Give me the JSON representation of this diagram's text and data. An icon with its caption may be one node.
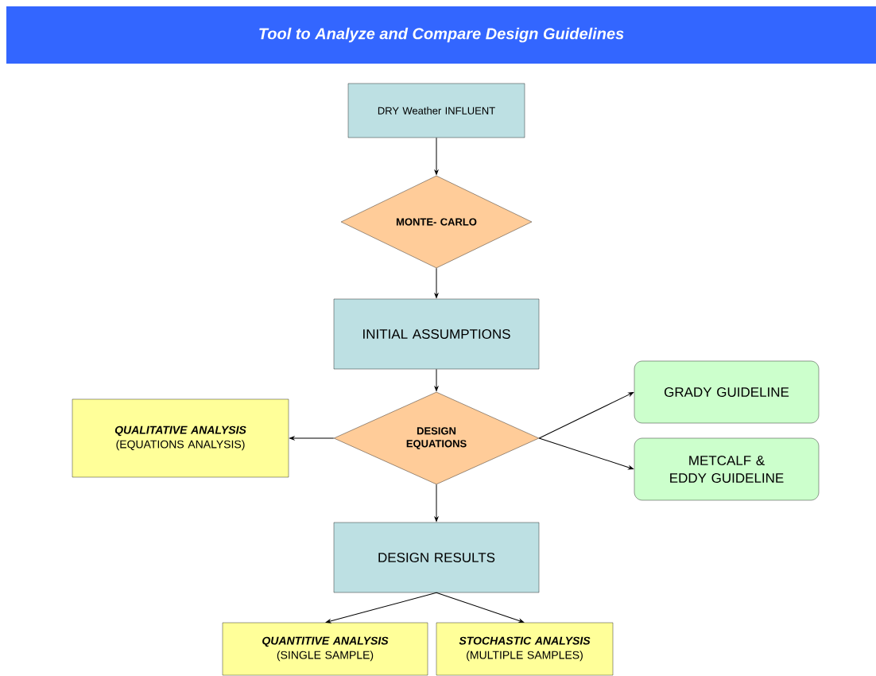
{
  "diagram": {
    "title": "Tool to Analyze and Compare Design Guidelines",
    "nodes": [
      {
        "text": [
          "DRY Weather INFLUENT"
        ]
      },
      {
        "text": [
          "MONTE- CARLO"
        ]
      },
      {
        "text": [
          "INITIAL ASSUMPTIONS"
        ]
      },
      {
        "text": [
          "QUALITATIVE ANALYSIS",
          "(EQUATIONS ANALYSIS)"
        ]
      },
      {
        "text": [
          "DESIGN EQUATIONS"
        ]
      },
      {
        "text": [
          "GRADY GUIDELINE"
        ]
      },
      {
        "text": [
          "METCALF & EDDY GUIDELINE"
        ]
      },
      {
        "text": [
          "DESIGN RESULTS"
        ]
      },
      {
        "text": [
          "QUANTITIVE ANALYSIS",
          "(SINGLE SAMPLE)"
        ]
      },
      {
        "text": [
          "STOCHASTIC ANALYSIS",
          "(MULTIPLE SAMPLES)"
        ]
      }
    ],
    "edges": [
      {
        "from": 0,
        "to": 1,
        "arrow": "to"
      },
      {
        "from": 1,
        "to": 2,
        "arrow": "to"
      },
      {
        "from": 2,
        "to": 4,
        "arrow": "to"
      },
      {
        "from": 4,
        "to": 3,
        "arrow": "to"
      },
      {
        "from": 4,
        "to": 5,
        "arrow": "to"
      },
      {
        "from": 4,
        "to": 6,
        "arrow": "to"
      },
      {
        "from": 4,
        "to": 7,
        "arrow": "to"
      },
      {
        "from": 7,
        "to": 8,
        "arrow": "to"
      },
      {
        "from": 7,
        "to": 9,
        "arrow": "to"
      }
    ]
  }
}
